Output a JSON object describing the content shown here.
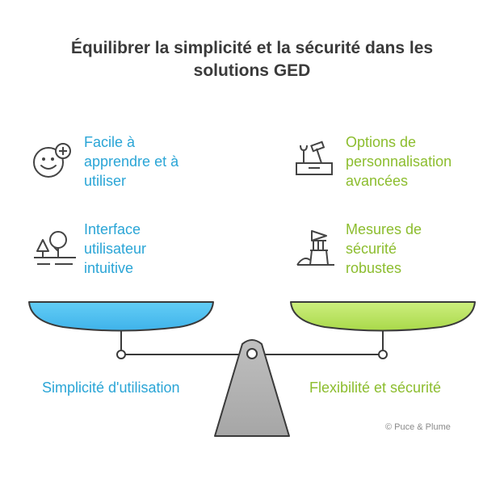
{
  "title": {
    "line1": "Équilibrer la simplicité et la sécurité dans les",
    "line2": "solutions GED"
  },
  "left": {
    "label": "Simplicité d'utilisation",
    "color": "#2aa5d6",
    "items": [
      {
        "icon": "smiley-plus-icon",
        "lines": [
          "Facile à",
          "apprendre et à",
          "utiliser"
        ]
      },
      {
        "icon": "trees-landscape-icon",
        "lines": [
          "Interface",
          "utilisateur",
          "intuitive"
        ]
      }
    ]
  },
  "right": {
    "label": "Flexibilité et sécurité",
    "color": "#8cbd2e",
    "items": [
      {
        "icon": "toolbox-icon",
        "lines": [
          "Options de",
          "personnalisation",
          "avancées"
        ]
      },
      {
        "icon": "lighthouse-icon",
        "lines": [
          "Mesures de",
          "sécurité",
          "robustes"
        ]
      }
    ]
  },
  "credit": "© Puce & Plume"
}
